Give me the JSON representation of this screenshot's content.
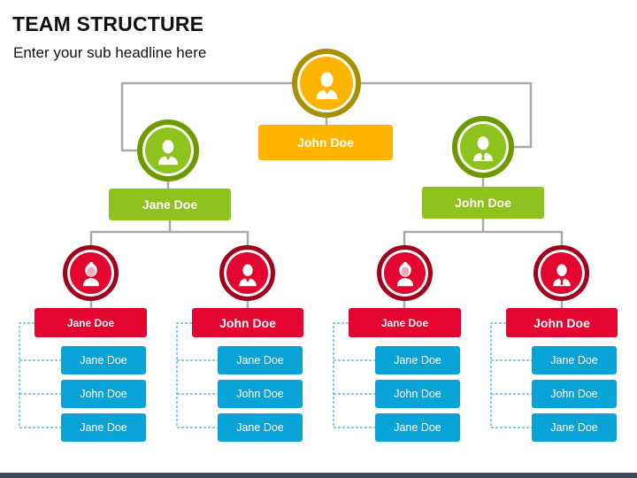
{
  "header": {
    "title": "TEAM STRUCTURE",
    "subtitle": "Enter your sub headline here"
  },
  "colors": {
    "level0_fill": "#ffb400",
    "level0_ring": "#a89000",
    "level1_fill": "#8dc21f",
    "level1_ring": "#6d9a00",
    "level2_fill": "#e3052f",
    "level2_ring": "#a3001c",
    "leaf_fill": "#0aa3d8",
    "connector": "#aaaaaa",
    "leaf_connector": "#0aa3d8"
  },
  "tree": {
    "root": {
      "name": "John Doe",
      "icon": "male-user-icon"
    },
    "managers": [
      {
        "name": "Jane Doe",
        "icon": "male-user-icon",
        "leads": [
          {
            "name": "Jane Doe",
            "icon": "female-user-icon",
            "members": [
              "Jane Doe",
              "John Doe",
              "Jane Doe"
            ]
          },
          {
            "name": "John Doe",
            "icon": "male-user-icon",
            "members": [
              "Jane Doe",
              "John Doe",
              "Jane Doe"
            ]
          }
        ]
      },
      {
        "name": "John Doe",
        "icon": "male-tie-user-icon",
        "leads": [
          {
            "name": "Jane Doe",
            "icon": "female-user-icon",
            "members": [
              "Jane Doe",
              "John Doe",
              "Jane Doe"
            ]
          },
          {
            "name": "John Doe",
            "icon": "male-tie-user-icon",
            "members": [
              "Jane Doe",
              "John Doe",
              "Jane Doe"
            ]
          }
        ]
      }
    ]
  }
}
